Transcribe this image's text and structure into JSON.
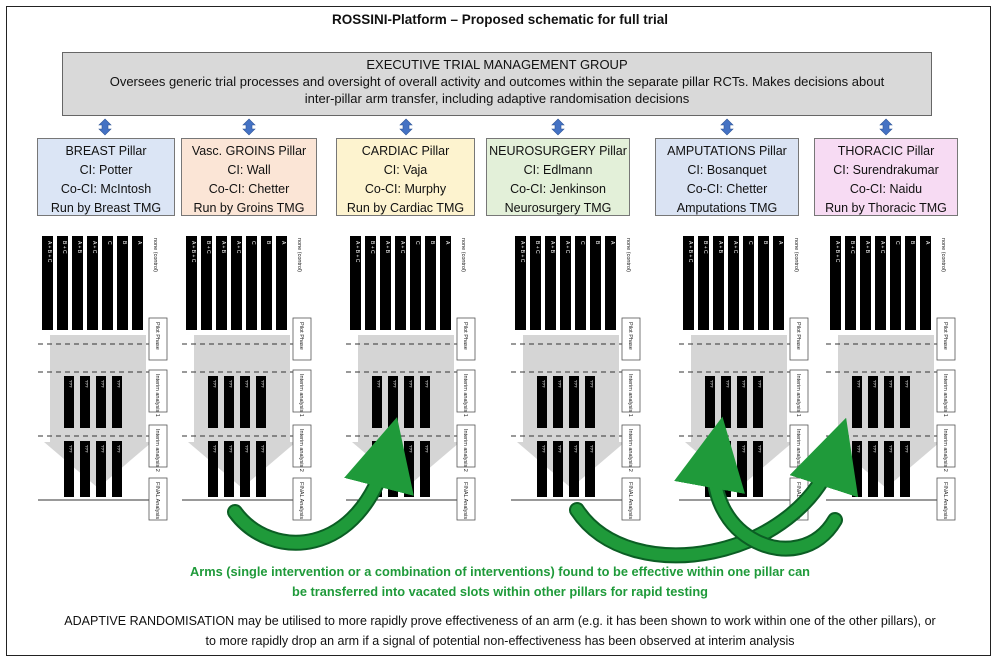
{
  "title": "ROSSINI-Platform – Proposed schematic for full trial",
  "executive": {
    "heading": "EXECUTIVE TRIAL MANAGEMENT GROUP",
    "line1": "Oversees generic trial processes and oversight of overall activity and outcomes within the separate pillar RCTs. Makes decisions about",
    "line2": "inter-pillar arm transfer, including adaptive randomisation decisions"
  },
  "pillars": [
    {
      "name": "BREAST Pillar",
      "ci": "CI: Potter",
      "coci": "Co-CI: McIntosh",
      "run": "Run by Breast TMG",
      "color": "#dbe5f5"
    },
    {
      "name": "Vasc. GROINS Pillar",
      "ci": "CI: Wall",
      "coci": "Co-CI: Chetter",
      "run": "Run by Groins TMG",
      "color": "#fbe5d6"
    },
    {
      "name": "CARDIAC Pillar",
      "ci": "CI: Vaja",
      "coci": "Co-CI: Murphy",
      "run": "Run by Cardiac TMG",
      "color": "#fdf3cf"
    },
    {
      "name": "NEUROSURGERY Pillar",
      "ci": "CI: Edlmann",
      "coci": "Co-CI: Jenkinson",
      "run": "Neurosurgery TMG",
      "color": "#e3f0d9"
    },
    {
      "name": "AMPUTATIONS Pillar",
      "ci": "CI: Bosanquet",
      "coci": "Co-CI: Chetter",
      "run": "Amputations TMG",
      "color": "#dae3f3"
    },
    {
      "name": "THORACIC Pillar",
      "ci": "CI: Surendrakumar",
      "coci": "Co-CI: Naidu",
      "run": "Run by Thoracic TMG",
      "color": "#f7dbf3"
    }
  ],
  "arm_labels": [
    "A + B + C",
    "B + C",
    "A + B",
    "A + C",
    "C",
    "B",
    "A"
  ],
  "control_label": "none (control)",
  "stage_labels": [
    "Pilot Phase",
    "Interim analysis 1",
    "Interim analysis 2",
    "FINAL Analysis"
  ],
  "question_marks": "???",
  "green_note": {
    "line1": "Arms (single intervention or a combination of interventions) found to be effective within one pillar can",
    "line2": "be transferred into vacated slots within other pillars for rapid testing"
  },
  "bottom_note": {
    "line1": "ADAPTIVE RANDOMISATION may be utilised to more rapidly prove effectiveness of an arm (e.g. it has been shown to work within one of the other pillars), or",
    "line2": "to more rapidly drop an arm if a signal of potential non-effectiveness has been observed at interim analysis"
  },
  "colors": {
    "accent_green": "#1f9a3a",
    "arrow_blue": "#4472c4",
    "bar": "#000000",
    "funnel": "#d0d0d0"
  }
}
